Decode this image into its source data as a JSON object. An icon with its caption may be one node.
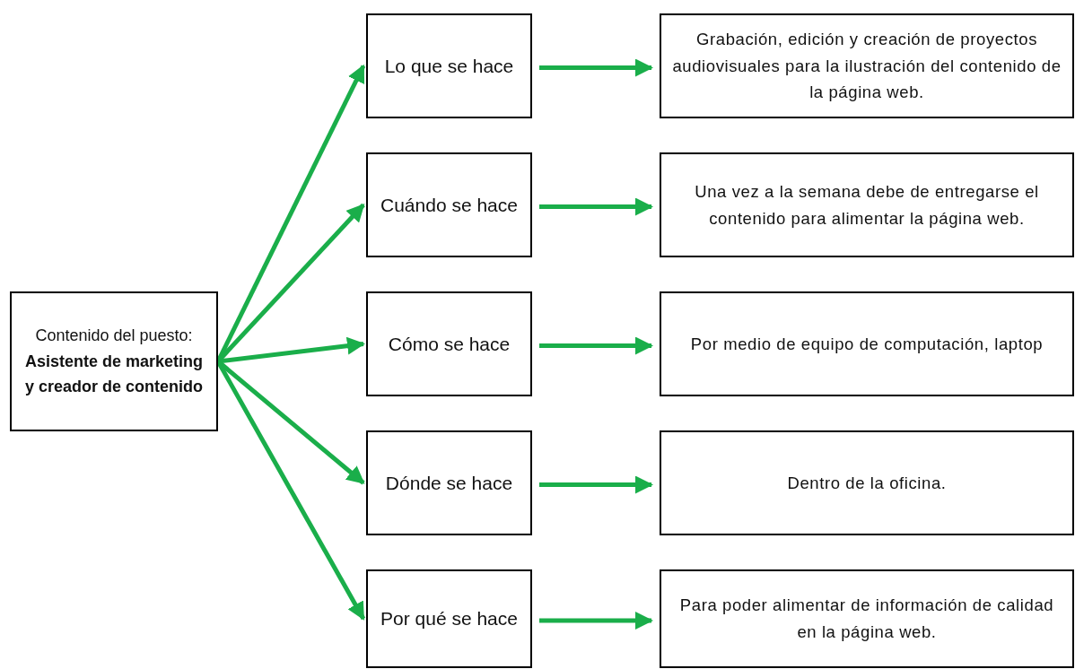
{
  "diagram": {
    "nodes": [
      {
        "text": [
          "Contenido del puesto: **Asistente de marketing y creador de contenido**"
        ]
      },
      {
        "text": [
          "Lo que se hace"
        ]
      },
      {
        "text": [
          "Cuándo se hace"
        ]
      },
      {
        "text": [
          "Cómo se hace"
        ]
      },
      {
        "text": [
          "Dónde se hace"
        ]
      },
      {
        "text": [
          "Por qué se hace"
        ]
      },
      {
        "text": [
          "Grabación, edición y creación de proyectos audiovisuales para la ilustración del contenido de la página web."
        ]
      },
      {
        "text": [
          "Una vez a la semana debe de entregarse el contenido para alimentar la página web."
        ]
      },
      {
        "text": [
          "Por medio de equipo de computación, laptop"
        ]
      },
      {
        "text": [
          "Dentro de la oficina."
        ]
      },
      {
        "text": [
          "Para poder alimentar de información de calidad en la página web."
        ]
      }
    ],
    "edges": [
      {
        "from": 0,
        "to": 1,
        "arrow": "to"
      },
      {
        "from": 0,
        "to": 2,
        "arrow": "to"
      },
      {
        "from": 0,
        "to": 3,
        "arrow": "to"
      },
      {
        "from": 0,
        "to": 4,
        "arrow": "to"
      },
      {
        "from": 0,
        "to": 5,
        "arrow": "to"
      },
      {
        "from": 1,
        "to": 6,
        "arrow": "to"
      },
      {
        "from": 2,
        "to": 7,
        "arrow": "to"
      },
      {
        "from": 3,
        "to": 8,
        "arrow": "to"
      },
      {
        "from": 4,
        "to": 9,
        "arrow": "to"
      },
      {
        "from": 5,
        "to": 10,
        "arrow": "to"
      }
    ]
  }
}
